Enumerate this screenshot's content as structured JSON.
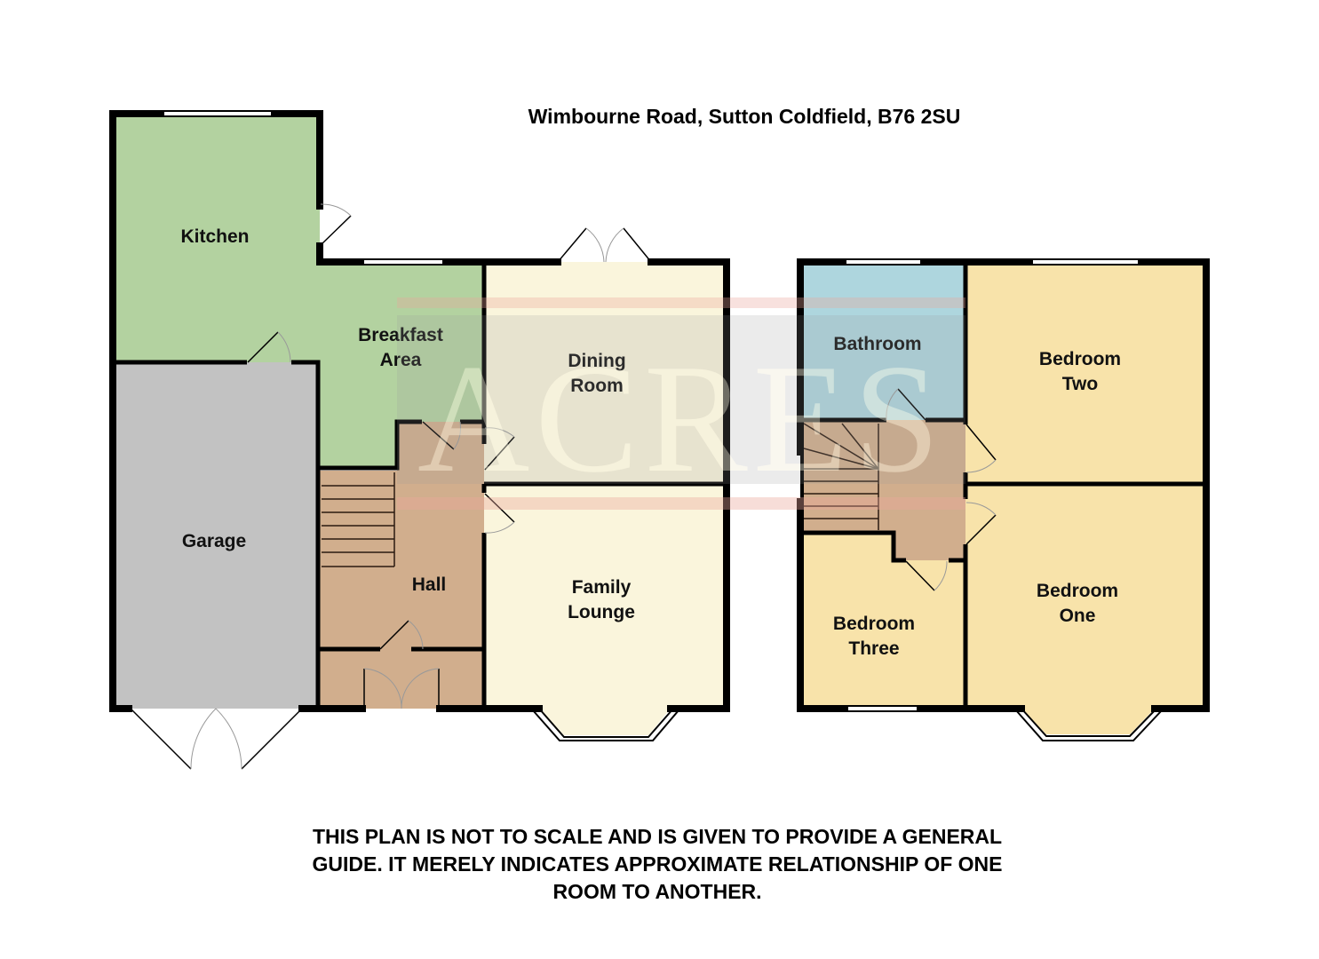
{
  "header": {
    "address": "Wimbourne Road, Sutton Coldfield, B76 2SU"
  },
  "watermark": {
    "text": "ACRES",
    "band_color": "#e9a59a"
  },
  "ground_floor": {
    "rooms": [
      {
        "id": "kitchen",
        "label_lines": [
          "Kitchen"
        ],
        "color": "#b3d2a0"
      },
      {
        "id": "breakfast-area",
        "label_lines": [
          "Breakfast",
          "Area"
        ],
        "color": "#b3d2a0"
      },
      {
        "id": "garage",
        "label_lines": [
          "Garage"
        ],
        "color": "#c2c2c2"
      },
      {
        "id": "hall",
        "label_lines": [
          "Hall"
        ],
        "color": "#d1ae8d"
      },
      {
        "id": "dining-room",
        "label_lines": [
          "Dining",
          "Room"
        ],
        "color": "#faf5dc"
      },
      {
        "id": "family-lounge",
        "label_lines": [
          "Family",
          "Lounge"
        ],
        "color": "#faf5dc"
      }
    ]
  },
  "first_floor": {
    "rooms": [
      {
        "id": "bathroom",
        "label_lines": [
          "Bathroom"
        ],
        "color": "#aed6de"
      },
      {
        "id": "bedroom-two",
        "label_lines": [
          "Bedroom",
          "Two"
        ],
        "color": "#f8e3aa"
      },
      {
        "id": "bedroom-one",
        "label_lines": [
          "Bedroom",
          "One"
        ],
        "color": "#f8e3aa"
      },
      {
        "id": "bedroom-three",
        "label_lines": [
          "Bedroom",
          "Three"
        ],
        "color": "#f8e3aa"
      },
      {
        "id": "landing",
        "label_lines": [],
        "color": "#d1ae8d"
      }
    ]
  },
  "disclaimer": {
    "lines": [
      "THIS PLAN IS NOT TO SCALE AND IS GIVEN TO PROVIDE A GENERAL",
      "GUIDE. IT MERELY INDICATES APPROXIMATE RELATIONSHIP OF ONE",
      "ROOM TO ANOTHER."
    ]
  }
}
